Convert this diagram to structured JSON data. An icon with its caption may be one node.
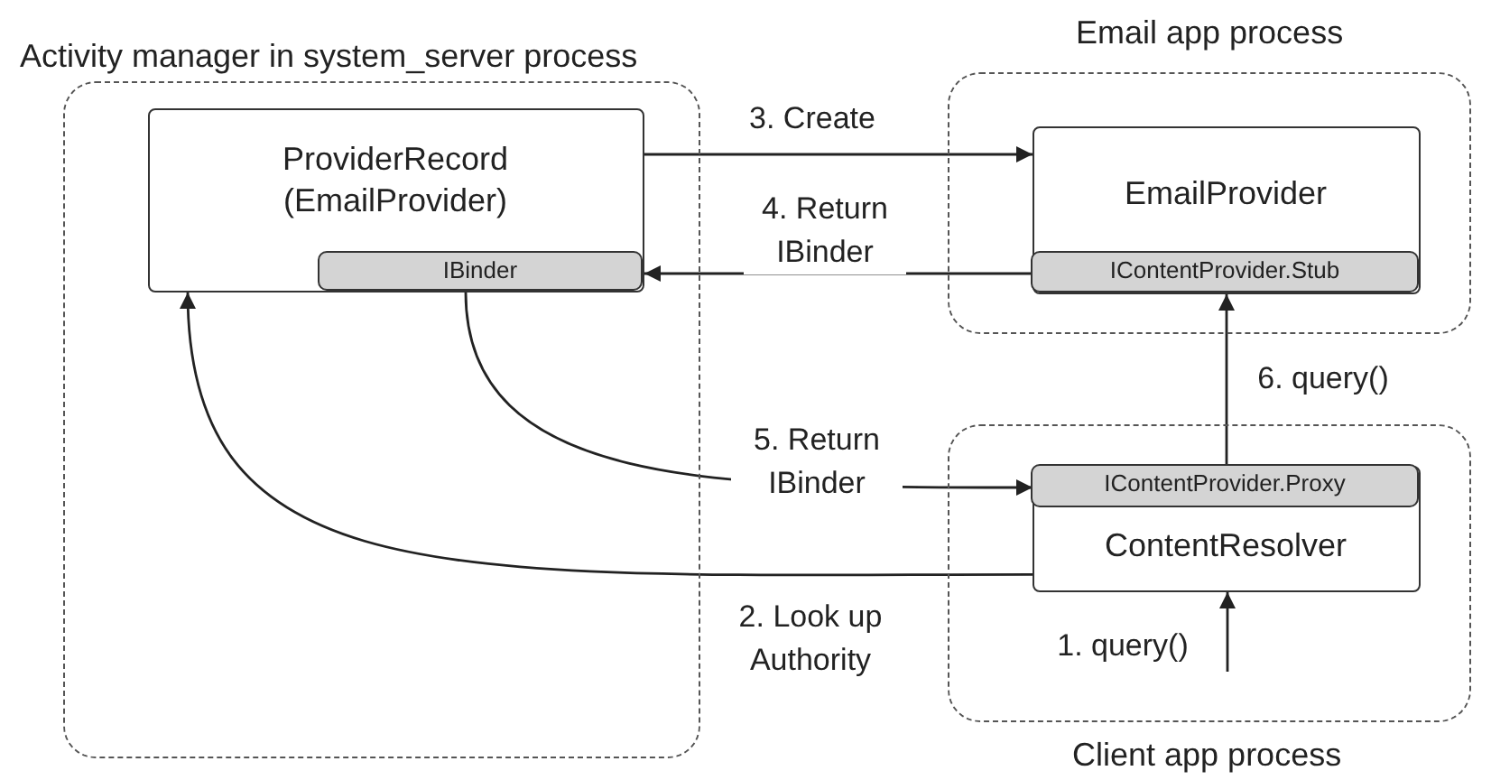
{
  "diagram": {
    "nodes": [
      {
        "text": [
          "Activity manager in system_server process"
        ]
      },
      {
        "text": [
          "ProviderRecord (EmailProvider)"
        ],
        "in": 0
      },
      {
        "text": [
          "IBinder"
        ],
        "in": 1
      },
      {
        "text": [
          "Email app process"
        ]
      },
      {
        "text": [
          "EmailProvider"
        ],
        "in": 3
      },
      {
        "text": [
          "IContentProvider.Stub"
        ],
        "in": 4
      },
      {
        "text": [
          "Client app process"
        ]
      },
      {
        "text": [
          "ContentResolver"
        ],
        "in": 6
      },
      {
        "text": [
          "IContentProvider.Proxy"
        ],
        "in": 7
      }
    ],
    "edges": [
      {
        "from": 1,
        "to": 4,
        "arrow": "to",
        "label": "3. Create"
      },
      {
        "from": 5,
        "to": 2,
        "arrow": "to",
        "label": "4. Return IBinder"
      },
      {
        "from": 2,
        "to": 8,
        "arrow": "to",
        "label": "5. Return IBinder"
      },
      {
        "from": 8,
        "to": 5,
        "arrow": "to",
        "label": "6. query()"
      },
      {
        "from": 7,
        "to": 1,
        "arrow": "to",
        "label": "2. Look up Authority"
      },
      {
        "from": null,
        "to": 7,
        "arrow": "to",
        "label": "1. query()"
      }
    ]
  }
}
